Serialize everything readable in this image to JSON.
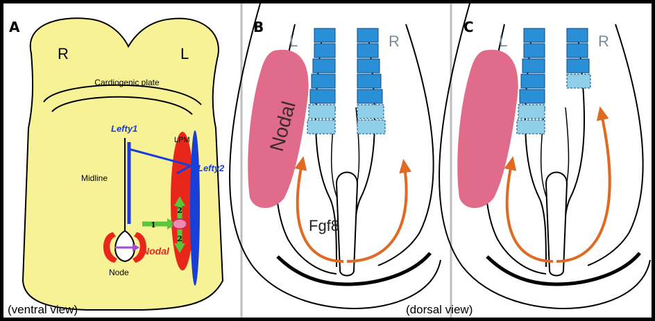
{
  "panels": {
    "a": {
      "letter": "A"
    },
    "b": {
      "letter": "B"
    },
    "c": {
      "letter": "C"
    }
  },
  "panel_a": {
    "right_side": "R",
    "left_side": "L",
    "cardiogenic_plate": "Cardiogenic plate",
    "lefty1": "Lefty1",
    "lefty2": "Lefty2",
    "lpm": "LPM",
    "midline": "Midline",
    "node": "Node",
    "nodal": "Nodal",
    "step1": "1",
    "step2_top": "2",
    "step2_bottom": "2"
  },
  "panel_b": {
    "left_side": "L",
    "right_side": "R",
    "nodal": "Nodal",
    "fgf8": "Fgf8"
  },
  "panel_c": {
    "left_side": "L",
    "right_side": "R"
  },
  "captions": {
    "ventral": "(ventral view)",
    "dorsal": "(dorsal view)"
  },
  "colors": {
    "embryo_fill": "#f8f296",
    "nodal_red": "#e8261a",
    "lefty_blue": "#1a3fd6",
    "signal_green": "#58c83a",
    "arrow_purple": "#a44ad8",
    "pink_domain": "#e06b8a",
    "somite_blue": "#2a8fd6",
    "somite_light": "#8fd0e8",
    "fgf8_arrow": "#e06a24"
  }
}
